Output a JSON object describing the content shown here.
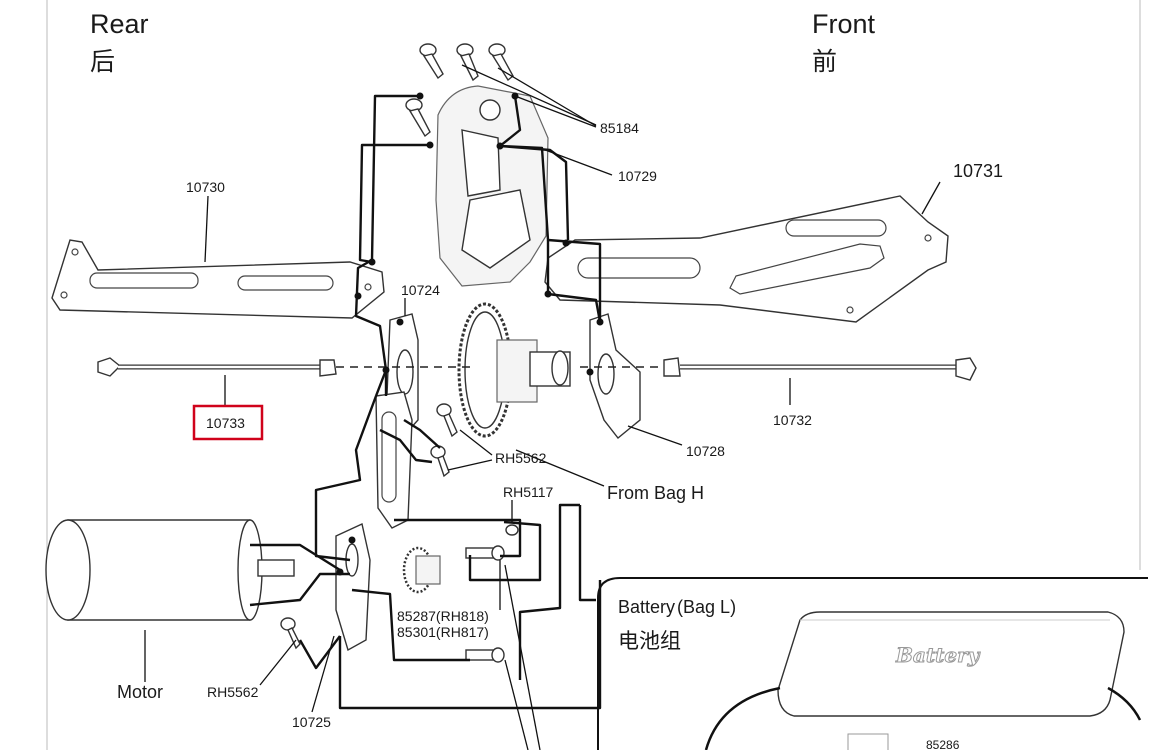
{
  "directions": {
    "rear_en": "Rear",
    "rear_cn": "后",
    "front_en": "Front",
    "front_cn": "前"
  },
  "parts": {
    "p85184": "85184",
    "p10729": "10729",
    "p10730": "10730",
    "p10731": "10731",
    "p10724": "10724",
    "p10733": "10733",
    "p10732": "10732",
    "p10728": "10728",
    "rh5562_a": "RH5562",
    "from_bag": "From Bag H",
    "rh5117": "RH5117",
    "p85287": "85287(RH818)",
    "p85301": "85301(RH817)",
    "motor": "Motor",
    "rh5562_b": "RH5562",
    "p10725": "10725",
    "p85286": "85286"
  },
  "battery_box": {
    "title": "Battery",
    "bag": "(Bag L)",
    "cn": "电池组",
    "pack_label": "Battery"
  },
  "highlight": {
    "part": "10733",
    "color": "#d0021b"
  }
}
